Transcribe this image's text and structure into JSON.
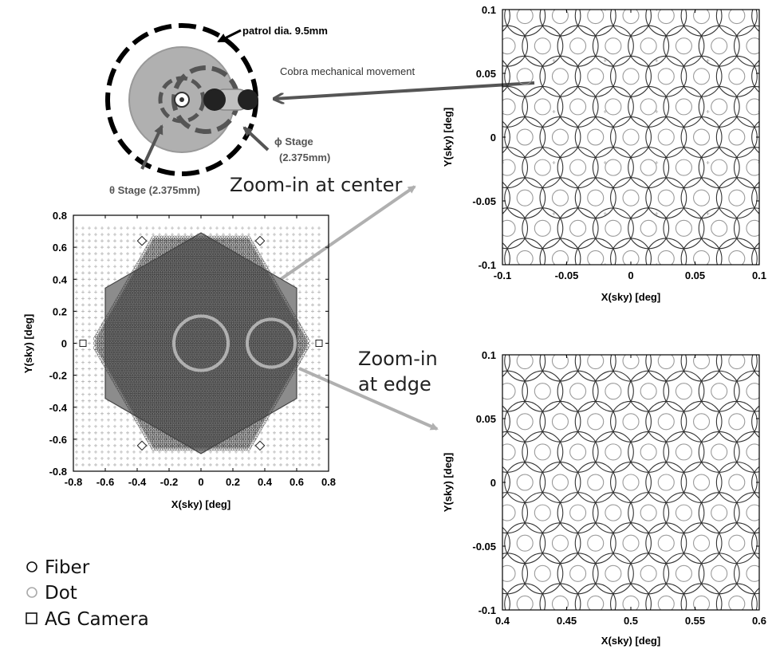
{
  "annotations": {
    "patrol": "patrol dia. 9.5mm",
    "cobra": "Cobra mechanical movement",
    "phi_stage_1": "ϕ Stage",
    "phi_stage_2": "(2.375mm)",
    "theta_stage": "θ Stage (2.375mm)",
    "zoom_center": "Zoom-in at center",
    "zoom_edge_1": "Zoom-in",
    "zoom_edge_2": "at edge"
  },
  "legend": {
    "fiber": "Fiber",
    "dot": "Dot",
    "ag_camera": "AG Camera"
  },
  "colors": {
    "fiber": "#333333",
    "dot": "#9a9a9a",
    "arrow": "#b0b0b0",
    "hex_fill": "#8c8c8c",
    "background_cross": "#aaaaaa"
  },
  "chart_data": [
    {
      "type": "scatter",
      "id": "full_field",
      "xlabel": "X(sky) [deg]",
      "ylabel": "Y(sky) [deg]",
      "xlim": [
        -0.8,
        0.8
      ],
      "ylim": [
        -0.8,
        0.8
      ],
      "xticks": [
        "-0.8",
        "-0.6",
        "-0.4",
        "-0.2",
        "0",
        "0.2",
        "0.4",
        "0.6",
        "0.8"
      ],
      "yticks": [
        "0.8",
        "0.6",
        "0.4",
        "0.2",
        "0",
        "-0.2",
        "-0.4",
        "-0.6",
        "-0.8"
      ],
      "hexagon_vertices": [
        [
          0,
          0.69
        ],
        [
          0.6,
          0.345
        ],
        [
          0.6,
          -0.345
        ],
        [
          0,
          -0.69
        ],
        [
          -0.6,
          -0.345
        ],
        [
          -0.6,
          0.345
        ]
      ],
      "ag_cameras": [
        [
          -0.74,
          0
        ],
        [
          0.74,
          0
        ],
        [
          -0.37,
          0.64
        ],
        [
          0.37,
          0.64
        ],
        [
          -0.37,
          -0.64
        ],
        [
          0.37,
          -0.64
        ]
      ],
      "zoom_circles": [
        {
          "center": [
            0,
            0
          ],
          "r": 0.17
        },
        {
          "center": [
            0.44,
            0
          ],
          "r": 0.15
        }
      ]
    },
    {
      "type": "scatter",
      "id": "zoom_center",
      "xlabel": "X(sky) [deg]",
      "ylabel": "Y(sky) [deg]",
      "xlim": [
        -0.1,
        0.1
      ],
      "ylim": [
        -0.1,
        0.1
      ],
      "xticks": [
        "-0.1",
        "-0.05",
        "0",
        "0.05",
        "0.1"
      ],
      "yticks": [
        "0.1",
        "0.05",
        "0",
        "-0.05",
        "-0.1"
      ]
    },
    {
      "type": "scatter",
      "id": "zoom_edge",
      "xlabel": "X(sky) [deg]",
      "ylabel": "Y(sky) [deg]",
      "xlim": [
        0.4,
        0.6
      ],
      "ylim": [
        -0.1,
        0.1
      ],
      "xticks": [
        "0.4",
        "0.45",
        "0.5",
        "0.55",
        "0.6"
      ],
      "yticks": [
        "0.1",
        "0.05",
        "0",
        "-0.05",
        "-0.1"
      ]
    }
  ]
}
